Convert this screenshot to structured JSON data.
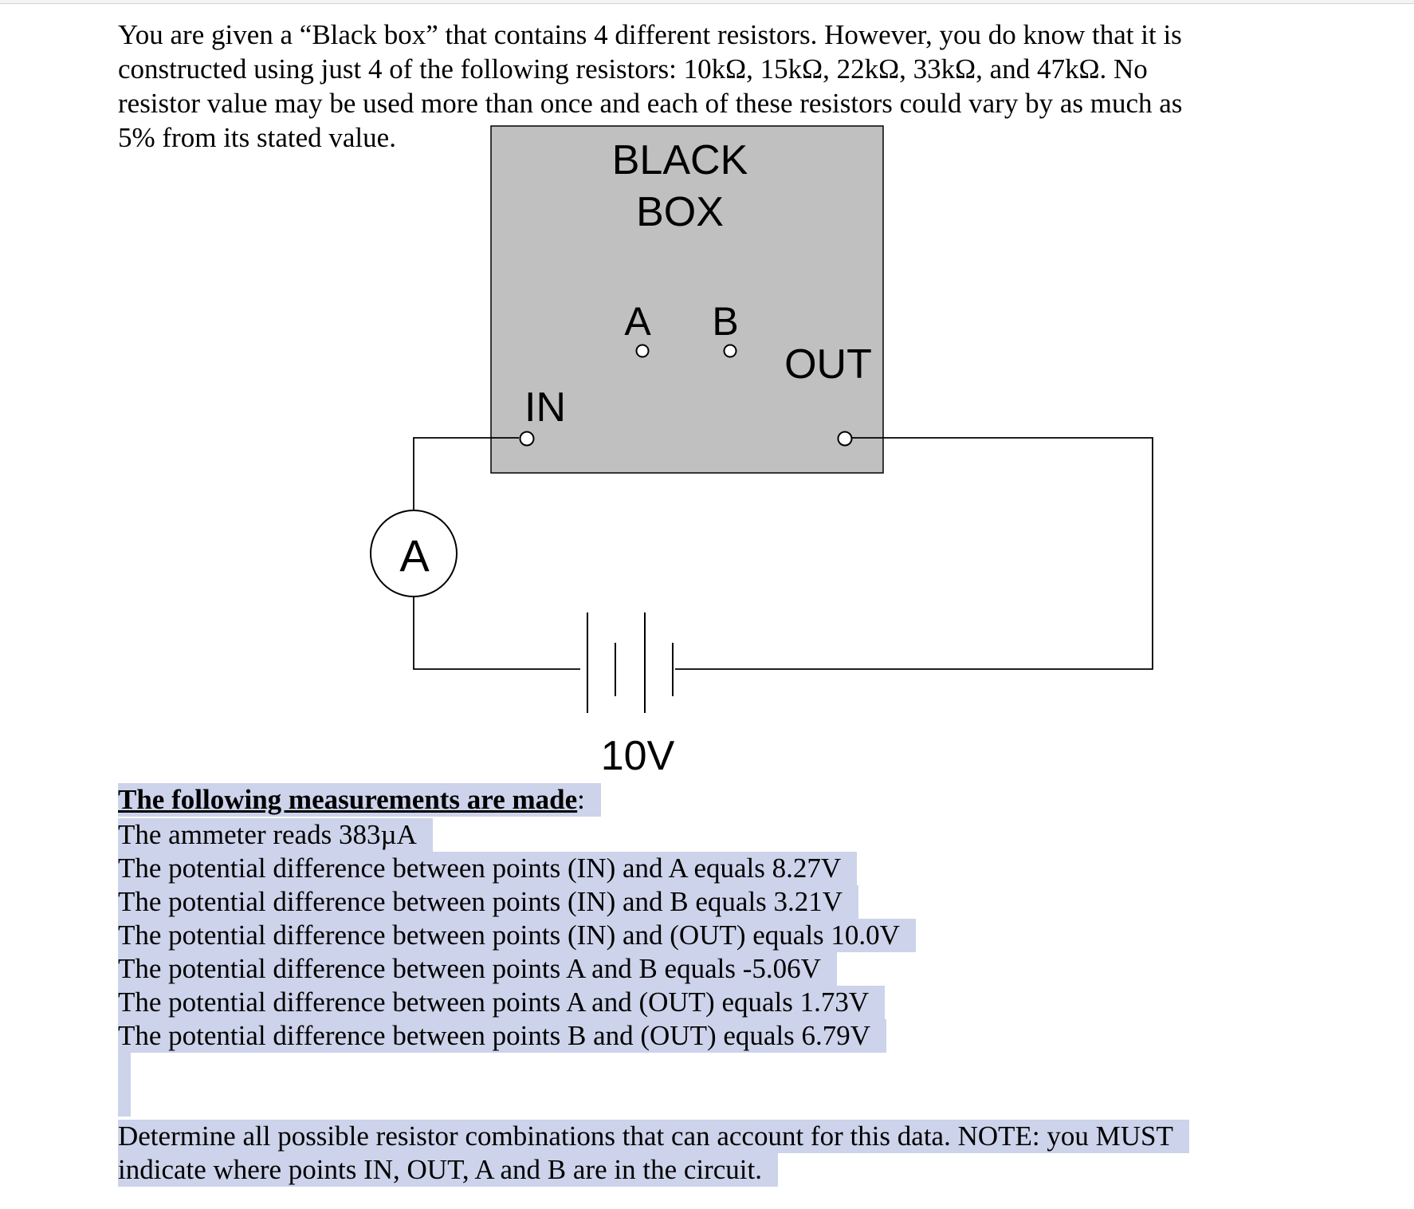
{
  "problem": {
    "lines": [
      "You are given a “Black box” that contains 4 different resistors.  However, you do know that it is",
      "constructed using just 4 of the following resistors:  10kΩ, 15kΩ, 22kΩ, 33kΩ, and 47kΩ.  No",
      "resistor value may be used more than once and each of these resistors could vary by as much as",
      "5% from its stated value."
    ]
  },
  "diagram": {
    "box_line1": "BLACK",
    "box_line2": "BOX",
    "label_a": "A",
    "label_b": "B",
    "label_out": "OUT",
    "label_in": "IN",
    "ammeter": "A",
    "battery": "10V",
    "colors": {
      "box_fill": "#c0c0c0",
      "highlight": "#ccd3ea"
    }
  },
  "measurements": {
    "heading": "The following measurements are made",
    "heading_colon": ":",
    "items": [
      "The ammeter reads 383µA",
      "The potential difference between points (IN) and A equals 8.27V",
      "The potential difference between points (IN) and B equals 3.21V",
      "The potential difference between points (IN) and (OUT) equals 10.0V",
      "The potential difference between points A and B equals -5.06V",
      "The potential difference between points A and (OUT) equals 1.73V",
      "The potential difference between points B and (OUT) equals 6.79V"
    ]
  },
  "question": {
    "lines": [
      "Determine all possible resistor combinations that can account for this data.  NOTE:  you MUST",
      "indicate where points IN, OUT, A and B are in the circuit."
    ]
  }
}
